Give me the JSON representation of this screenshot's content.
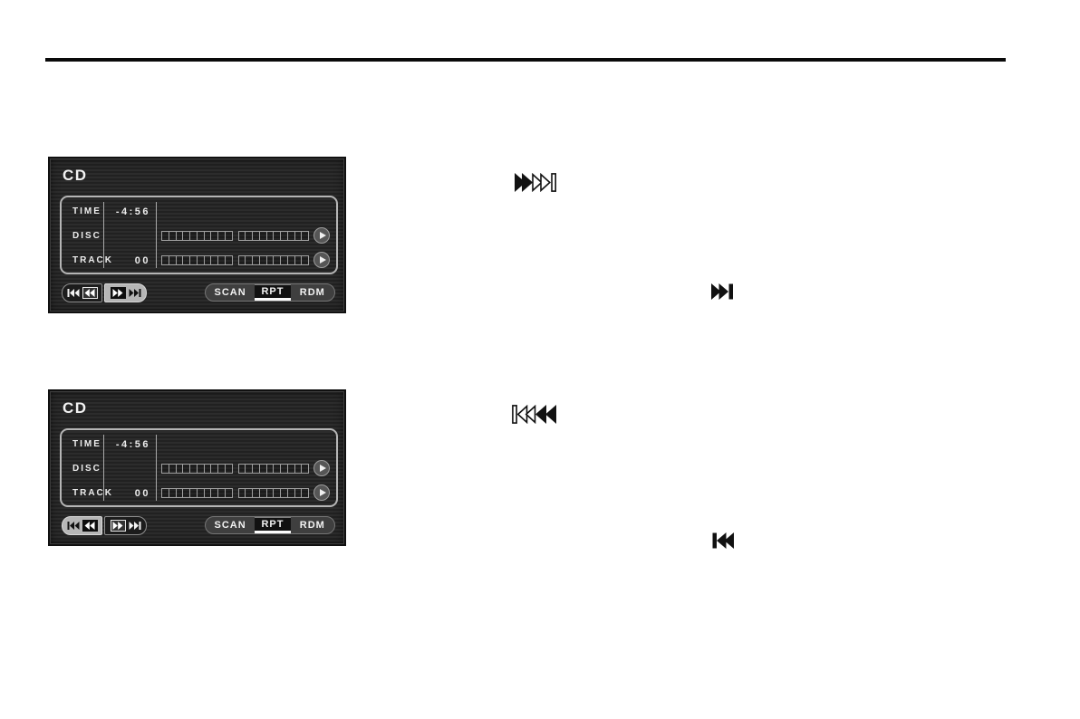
{
  "page": {
    "top_rule_color": "#0a0a0a",
    "background": "#ffffff"
  },
  "colors": {
    "panel_bg": "#262626",
    "display_border": "#b5b5b5",
    "active_segment": "#b6b6b6",
    "mode_underline": "#fbfbfb",
    "text_light": "#ececec"
  },
  "screens": [
    {
      "name": "cd-screen-fast-forward",
      "title": "CD",
      "info": {
        "time_label": "TIME",
        "time_value": "-4:56",
        "disc_label": "DISC",
        "disc_value": "",
        "track_label": "TRACK",
        "track_value": "00"
      },
      "bar": {
        "groups": 2,
        "cells": 10
      },
      "transport": {
        "active_side": "forward"
      },
      "modes": [
        {
          "label": "SCAN",
          "active": false
        },
        {
          "label": "RPT",
          "active": true
        },
        {
          "label": "RDM",
          "active": false
        }
      ]
    },
    {
      "name": "cd-screen-rewind",
      "title": "CD",
      "info": {
        "time_label": "TIME",
        "time_value": "-4:56",
        "disc_label": "DISC",
        "disc_value": "",
        "track_label": "TRACK",
        "track_value": "00"
      },
      "bar": {
        "groups": 2,
        "cells": 10
      },
      "transport": {
        "active_side": "backward"
      },
      "modes": [
        {
          "label": "SCAN",
          "active": false
        },
        {
          "label": "RPT",
          "active": true
        },
        {
          "label": "RDM",
          "active": false
        }
      ]
    }
  ],
  "standalone_icons": [
    {
      "name": "fast-forward-seek-icon",
      "meaning": "fast forward / seek forward"
    },
    {
      "name": "next-track-icon",
      "meaning": "next track"
    },
    {
      "name": "rewind-seek-icon",
      "meaning": "rewind / seek backward"
    },
    {
      "name": "previous-track-icon",
      "meaning": "previous track"
    }
  ]
}
